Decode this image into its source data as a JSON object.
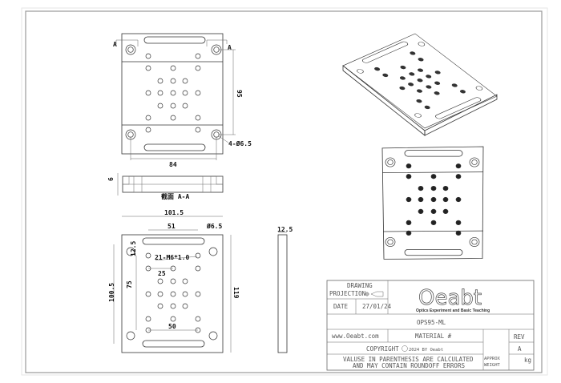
{
  "drawing": {
    "top_view": {
      "dim_width": "84",
      "dim_height": "95",
      "hole_callout": "4-Ø6.5",
      "section_marker": "A"
    },
    "section": {
      "dim_thickness": "6",
      "label": "截面 A-A"
    },
    "bottom_view": {
      "dim_overall_width": "101.5",
      "dim_slot_length": "51",
      "dim_slot_dia": "Ø6.5",
      "thread_callout": "21-M6*1.0",
      "dim_edge": "12.5",
      "dim_pitch_x": "25",
      "dim_pitch_y": "75",
      "dim_span_x": "50",
      "dim_span_y": "100.5",
      "dim_overall_height": "119"
    },
    "side_view": {
      "dim_thickness": "12.5"
    }
  },
  "title_block": {
    "drawing_label": "DRAWING",
    "projection_label": "PROJECTION",
    "date_label": "DATE",
    "date_value": "27/01/24",
    "logo_text": "Oeabt",
    "logo_tagline": "Optics Experiment and Basic Teaching",
    "part_number": "OPS95-ML",
    "website": "www.Oeabt.com",
    "material_label": "MATERIAL #",
    "rev_label": "REV",
    "rev_value": "A",
    "copyright": "COPYRIGHT",
    "copyright_detail": "2024 BY Oeabt",
    "note_line1": "VALUSE IN PARENTHESIS ARE CALCULATED",
    "note_line2": "AND MAY CONTAIN ROUNDOFF ERRORS",
    "weight_label1": "APPROX",
    "weight_label2": "WEIGHT",
    "weight_unit": "kg"
  }
}
